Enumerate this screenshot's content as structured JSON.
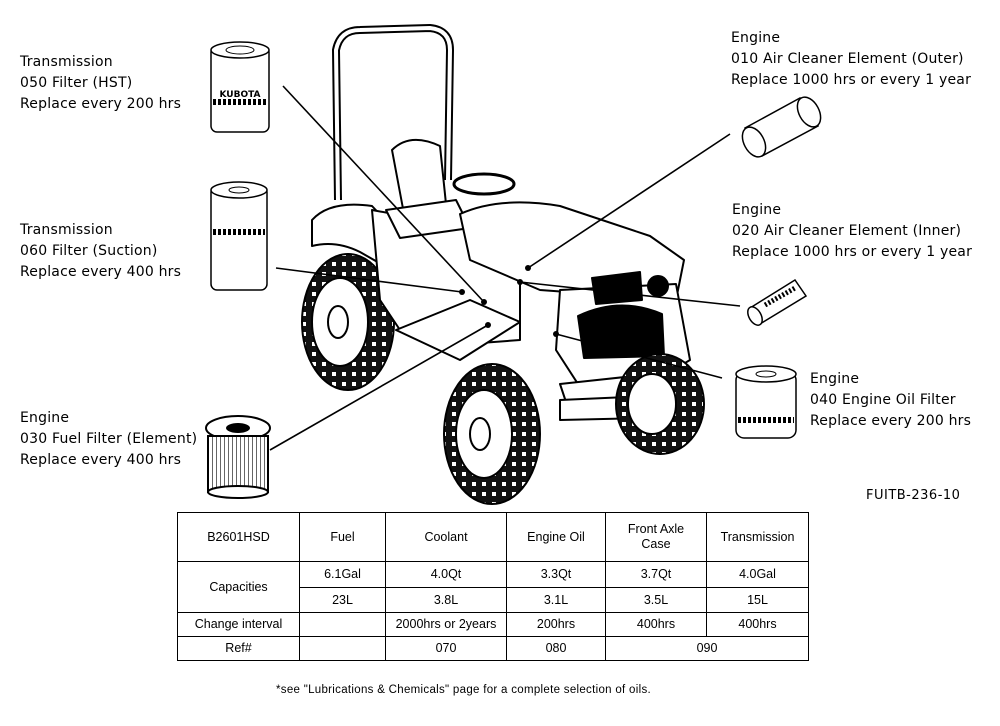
{
  "callouts": {
    "trans_050": {
      "l1": "Transmission",
      "l2": "050 Filter (HST)",
      "l3": "Replace every 200 hrs"
    },
    "trans_060": {
      "l1": "Transmission",
      "l2": "060 Filter (Suction)",
      "l3": "Replace every 400 hrs"
    },
    "engine_030": {
      "l1": "Engine",
      "l2": "030 Fuel Filter (Element)",
      "l3": "Replace every 400 hrs"
    },
    "engine_010": {
      "l1": "Engine",
      "l2": "010 Air Cleaner Element (Outer)",
      "l3": "Replace 1000 hrs or every 1 year"
    },
    "engine_020": {
      "l1": "Engine",
      "l2": "020 Air Cleaner Element (Inner)",
      "l3": "Replace 1000 hrs or every 1 year"
    },
    "engine_040": {
      "l1": "Engine",
      "l2": "040 Engine Oil Filter",
      "l3": "Replace every 200 hrs"
    }
  },
  "figure_code": "FUITB-236-10",
  "filter_brand": "KUBOTA",
  "table": {
    "model": "B2601HSD",
    "headers": {
      "fuel": "Fuel",
      "coolant": "Coolant",
      "engine_oil": "Engine Oil",
      "front_axle": "Front Axle Case",
      "transmission": "Transmission"
    },
    "capacities_label": "Capacities",
    "us": {
      "fuel": "6.1Gal",
      "coolant": "4.0Qt",
      "engine_oil": "3.3Qt",
      "front_axle": "3.7Qt",
      "transmission": "4.0Gal"
    },
    "metric": {
      "fuel": "23L",
      "coolant": "3.8L",
      "engine_oil": "3.1L",
      "front_axle": "3.5L",
      "transmission": "15L"
    },
    "change_label": "Change interval",
    "change": {
      "fuel": "",
      "coolant": "2000hrs or 2years",
      "engine_oil": "200hrs",
      "front_axle": "400hrs",
      "transmission": "400hrs"
    },
    "ref_label": "Ref#",
    "ref": {
      "fuel": "",
      "coolant": "070",
      "engine_oil": "080",
      "axle_trans": "090"
    }
  },
  "footnote": "*see \"Lubrications & Chemicals\" page for a complete selection of oils."
}
